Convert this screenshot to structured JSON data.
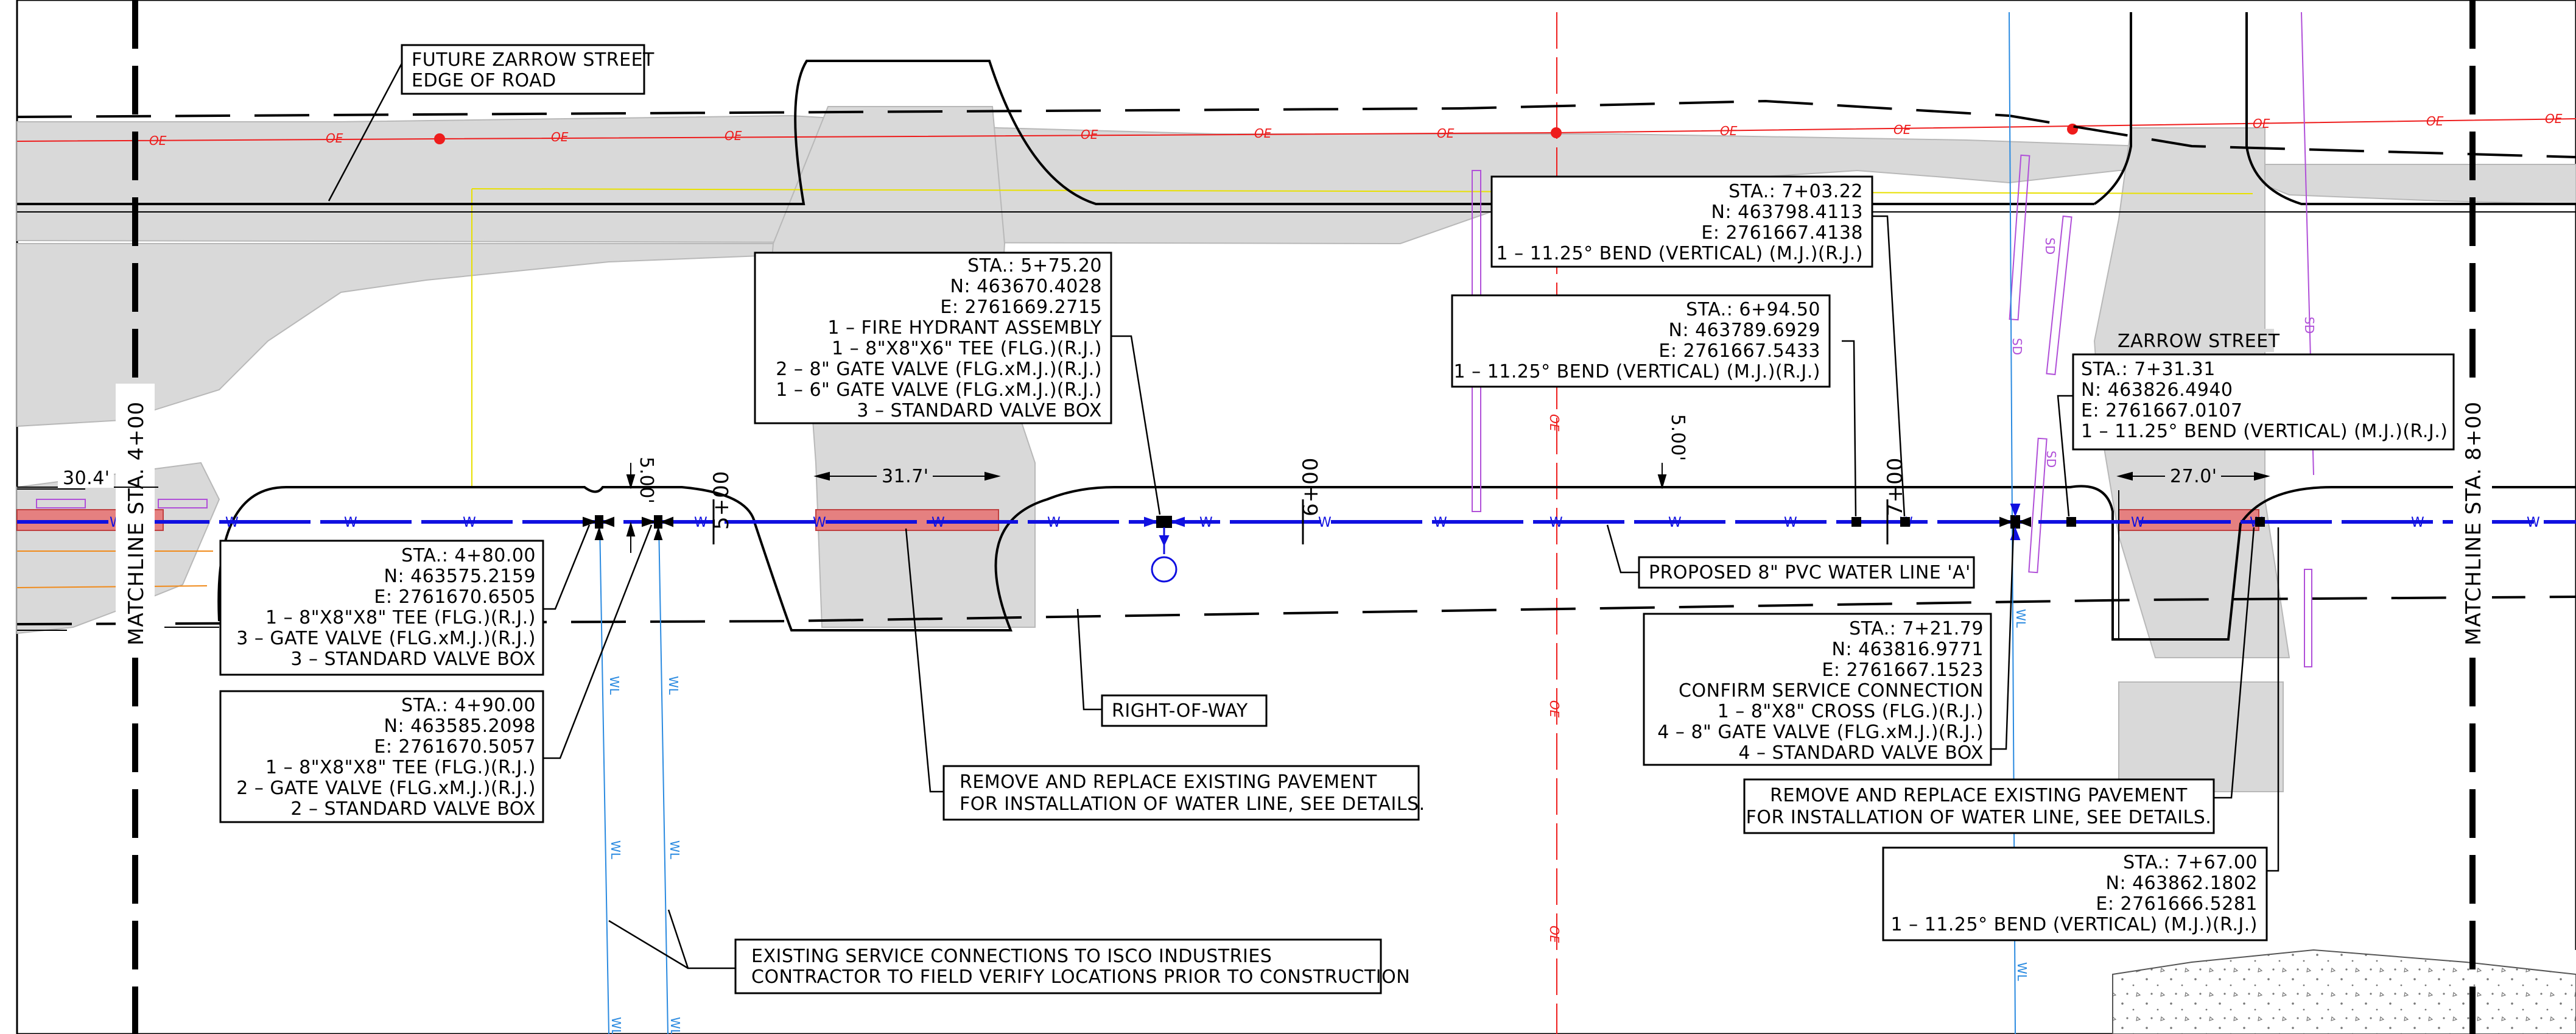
{
  "labels": {
    "future_road": [
      "FUTURE ZARROW STREET",
      "EDGE OF ROAD"
    ],
    "zarrow_street": "ZARROW STREET",
    "right_of_way": "RIGHT-OF-WAY",
    "water_line": "PROPOSED 8\" PVC WATER LINE 'A'",
    "pavement_1": [
      "REMOVE AND REPLACE EXISTING PAVEMENT",
      "FOR INSTALLATION OF WATER LINE, SEE DETAILS."
    ],
    "pavement_2": [
      "REMOVE AND REPLACE EXISTING PAVEMENT",
      "FOR INSTALLATION OF WATER LINE, SEE DETAILS."
    ],
    "service": [
      "EXISTING SERVICE CONNECTIONS TO ISCO INDUSTRIES",
      "CONTRACTOR TO FIELD VERIFY LOCATIONS PRIOR TO CONSTRUCTION"
    ]
  },
  "matchlines": {
    "left": "MATCHLINE STA. 4+00",
    "right": "MATCHLINE STA. 8+00"
  },
  "stations": [
    "5+00",
    "6+00",
    "7+00"
  ],
  "dimensions": {
    "d1": "30.4'",
    "d2": "5.00'",
    "d3": "31.7'",
    "d4": "5.00'",
    "d5": "27.0'"
  },
  "line_tags": {
    "oe": "OE",
    "w": "W",
    "wl": "WL",
    "sd": "SD"
  },
  "callouts": {
    "c575": [
      "STA.: 5+75.20",
      "N: 463670.4028",
      "E: 2761669.2715",
      "1 – FIRE HYDRANT ASSEMBLY",
      "1 – 8\"X8\"X6\" TEE (FLG.)(R.J.)",
      "2 – 8\" GATE VALVE (FLG.xM.J.)(R.J.)",
      "1 – 6\" GATE VALVE (FLG.xM.J.)(R.J.)",
      "3 – STANDARD VALVE BOX"
    ],
    "c703": [
      "STA.: 7+03.22",
      "N: 463798.4113",
      "E: 2761667.4138",
      "1 – 11.25° BEND (VERTICAL) (M.J.)(R.J.)"
    ],
    "c694": [
      "STA.: 6+94.50",
      "N: 463789.6929",
      "E: 2761667.5433",
      "1 – 11.25° BEND (VERTICAL) (M.J.)(R.J.)"
    ],
    "c731": [
      "STA.: 7+31.31",
      "N: 463826.4940",
      "E: 2761667.0107",
      "1 – 11.25° BEND (VERTICAL) (M.J.)(R.J.)"
    ],
    "c480": [
      "STA.: 4+80.00",
      "N: 463575.2159",
      "E: 2761670.6505",
      "1 – 8\"X8\"X8\" TEE (FLG.)(R.J.)",
      "3 – GATE VALVE (FLG.xM.J.)(R.J.)",
      "3 – STANDARD VALVE BOX"
    ],
    "c490": [
      "STA.: 4+90.00",
      "N: 463585.2098",
      "E: 2761670.5057",
      "1 – 8\"X8\"X8\" TEE (FLG.)(R.J.)",
      "2 – GATE VALVE (FLG.xM.J.)(R.J.)",
      "2 – STANDARD VALVE BOX"
    ],
    "c721": [
      "STA.: 7+21.79",
      "N: 463816.9771",
      "E: 2761667.1523",
      "CONFIRM SERVICE CONNECTION",
      "1 – 8\"X8\" CROSS (FLG.)(R.J.)",
      "4 – 8\" GATE VALVE (FLG.xM.J.)(R.J.)",
      "4 – STANDARD VALVE BOX"
    ],
    "c767": [
      "STA.: 7+67.00",
      "N: 463862.1802",
      "E: 2761666.5281",
      "1 – 11.25° BEND (VERTICAL) (M.J.)(R.J.)"
    ]
  },
  "colors": {
    "overhead_electric": "#ee1c1c",
    "water_line": "#1010e0",
    "existing_water": "#2a8ae0",
    "storm_drain": "#b04fd8",
    "pavement": "#d9d9d9",
    "trench": "#e58080"
  }
}
